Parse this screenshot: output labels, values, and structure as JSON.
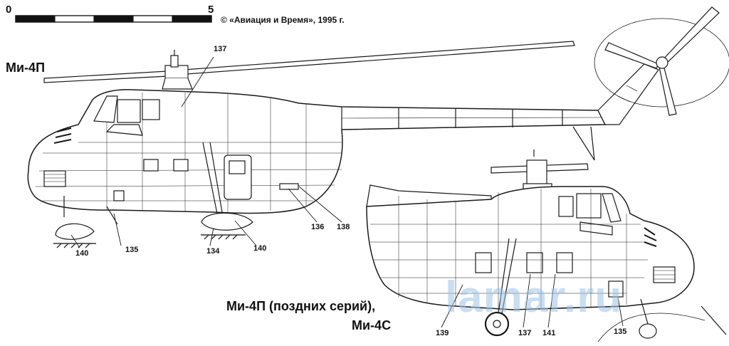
{
  "scale_bar": {
    "start": "0",
    "end": "5"
  },
  "copyright": "© «Авиация и Время», 1995 г.",
  "title_top": "Ми-4П",
  "title_bottom_line1": "Ми-4П (поздних серий),",
  "title_bottom_line2": "Ми-4С",
  "watermark": "lamar.ru",
  "callouts_top": [
    "137",
    "140",
    "135",
    "134",
    "140",
    "136",
    "138"
  ],
  "callouts_bottom": [
    "139",
    "137",
    "141",
    "135"
  ],
  "colors": {
    "ink": "#1a1a1a",
    "watermark": "#9fc4e6",
    "hatch": "#333333"
  }
}
